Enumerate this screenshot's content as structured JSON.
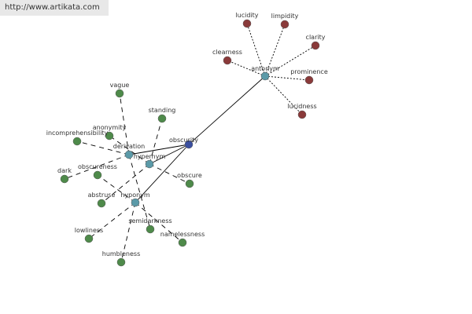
{
  "source_url": "http://www.artikata.com",
  "colors": {
    "root": "#3b4fa0",
    "relation": "#5b9aa8",
    "synonym": "#4e8a4a",
    "antonym": "#8a3a3a",
    "edge": "#000000"
  },
  "nodes": [
    {
      "id": "obscurity",
      "label": "obscurity",
      "kind": "root"
    },
    {
      "id": "antonym",
      "label": "antonym",
      "kind": "relation"
    },
    {
      "id": "hypernym",
      "label": "hypernym",
      "kind": "relation"
    },
    {
      "id": "derivation",
      "label": "derivation",
      "kind": "relation"
    },
    {
      "id": "hyponym",
      "label": "hyponym",
      "kind": "relation"
    },
    {
      "id": "lucidity",
      "label": "lucidity",
      "kind": "antonym"
    },
    {
      "id": "limpidity",
      "label": "limpidity",
      "kind": "antonym"
    },
    {
      "id": "clarity",
      "label": "clarity",
      "kind": "antonym"
    },
    {
      "id": "clearness",
      "label": "clearness",
      "kind": "antonym"
    },
    {
      "id": "prominence",
      "label": "prominence",
      "kind": "antonym"
    },
    {
      "id": "lucidness",
      "label": "lucidness",
      "kind": "antonym"
    },
    {
      "id": "vague",
      "label": "vague",
      "kind": "synonym"
    },
    {
      "id": "standing",
      "label": "standing",
      "kind": "synonym"
    },
    {
      "id": "anonymity",
      "label": "anonymity",
      "kind": "synonym"
    },
    {
      "id": "incomprehensibility",
      "label": "incomprehensibility",
      "kind": "synonym"
    },
    {
      "id": "dark",
      "label": "dark",
      "kind": "synonym"
    },
    {
      "id": "obscureness",
      "label": "obscureness",
      "kind": "synonym"
    },
    {
      "id": "obscure",
      "label": "obscure",
      "kind": "synonym"
    },
    {
      "id": "abstruse",
      "label": "abstruse",
      "kind": "synonym"
    },
    {
      "id": "semidarkness",
      "label": "semidarkness",
      "kind": "synonym"
    },
    {
      "id": "namelessness",
      "label": "namelessness",
      "kind": "synonym"
    },
    {
      "id": "lowliness",
      "label": "lowliness",
      "kind": "synonym"
    },
    {
      "id": "humbleness",
      "label": "humbleness",
      "kind": "synonym"
    }
  ],
  "edges": [
    {
      "from": "obscurity",
      "to": "antonym",
      "style": "solid"
    },
    {
      "from": "obscurity",
      "to": "hypernym",
      "style": "solid"
    },
    {
      "from": "obscurity",
      "to": "derivation",
      "style": "solid"
    },
    {
      "from": "obscurity",
      "to": "hyponym",
      "style": "solid"
    },
    {
      "from": "antonym",
      "to": "lucidity",
      "style": "dotted"
    },
    {
      "from": "antonym",
      "to": "limpidity",
      "style": "dotted"
    },
    {
      "from": "antonym",
      "to": "clarity",
      "style": "dotted"
    },
    {
      "from": "antonym",
      "to": "clearness",
      "style": "dotted"
    },
    {
      "from": "antonym",
      "to": "prominence",
      "style": "dotted"
    },
    {
      "from": "antonym",
      "to": "lucidness",
      "style": "dotted"
    },
    {
      "from": "hypernym",
      "to": "standing",
      "style": "dashed"
    },
    {
      "from": "hypernym",
      "to": "anonymity",
      "style": "dashed"
    },
    {
      "from": "hypernym",
      "to": "obscure",
      "style": "dashed"
    },
    {
      "from": "hypernym",
      "to": "abstruse",
      "style": "dashed"
    },
    {
      "from": "derivation",
      "to": "vague",
      "style": "dashed"
    },
    {
      "from": "derivation",
      "to": "incomprehensibility",
      "style": "dashed"
    },
    {
      "from": "derivation",
      "to": "dark",
      "style": "dashed"
    },
    {
      "from": "derivation",
      "to": "semidarkness",
      "style": "dashed"
    },
    {
      "from": "hyponym",
      "to": "obscureness",
      "style": "dashed"
    },
    {
      "from": "hyponym",
      "to": "namelessness",
      "style": "dashed"
    },
    {
      "from": "hyponym",
      "to": "lowliness",
      "style": "dashed"
    },
    {
      "from": "hyponym",
      "to": "humbleness",
      "style": "dashed"
    }
  ]
}
